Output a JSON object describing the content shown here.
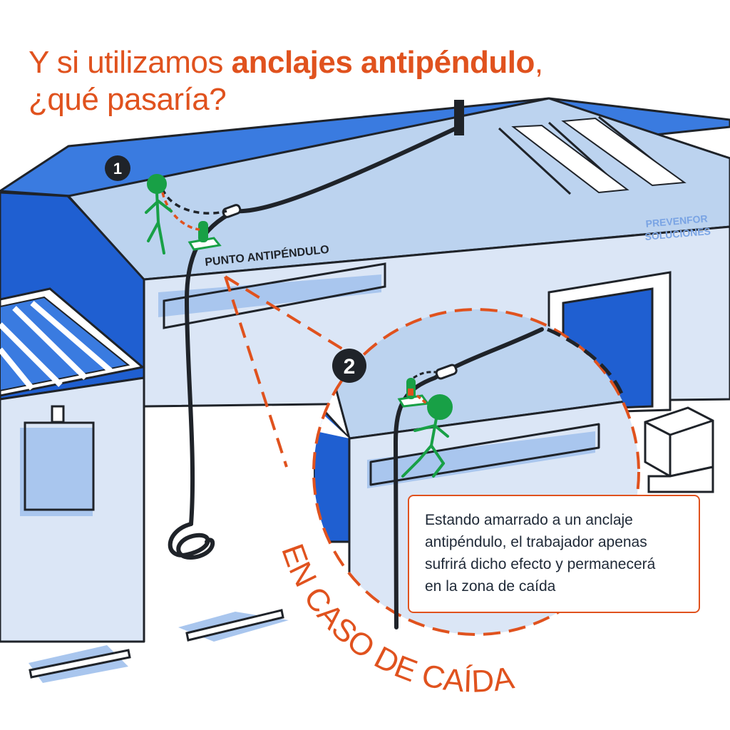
{
  "title": {
    "line1_start": "Y si utilizamos ",
    "line1_bold": "anclajes antipéndulo",
    "line1_end": ",",
    "line2": "¿qué pasaría?"
  },
  "steps": {
    "one": "1",
    "two": "2"
  },
  "labels": {
    "anchor_point": "PUNTO ANTIPÉNDULO",
    "brand_line1": "PREVENFOR",
    "brand_line2": "SOLUCIONES",
    "fall_case": "EN CASO DE CAÍDA"
  },
  "note": {
    "lines": [
      "Estando amarrado a un anclaje",
      "antipéndulo, el trabajador apenas",
      "sufrirá dicho efecto y permanecerá",
      "en la zona de caída"
    ]
  },
  "colors": {
    "accent_orange": "#e0521e",
    "worker_green": "#18a046",
    "roof_blue": "#1f5fd1",
    "wall_blue": "#dbe6f6",
    "line_dark": "#1f2329"
  }
}
